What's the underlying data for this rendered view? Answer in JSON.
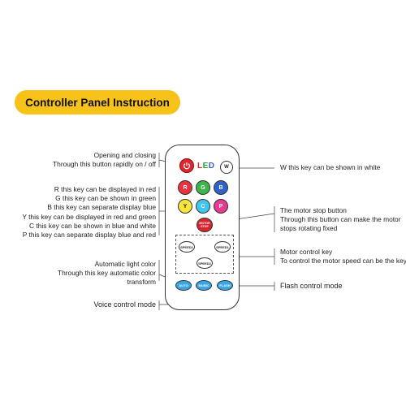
{
  "title": "Controller Panel Instruction",
  "led": {
    "L": "L",
    "E": "E",
    "D": "D"
  },
  "colors": {
    "pill": "#f7c21a",
    "R": "#e8323c",
    "G": "#3db54a",
    "B": "#2f62c9",
    "Y": "#f5e43a",
    "C": "#3ec6ee",
    "P": "#e83a8f",
    "power": "#e2262f",
    "stop": "#d9262e",
    "blue_key": "#3aa6e6",
    "led_R": "#e2262f",
    "led_E": "#2f9c3a",
    "led_D": "#2f62c9"
  },
  "keys": {
    "W": "W",
    "R": "R",
    "G": "G",
    "B": "B",
    "Y": "Y",
    "C": "C",
    "P": "P",
    "stop_line1": "MOTOR",
    "stop_line2": "STOP",
    "speed_left": "SPEED1",
    "speed_right": "SPEED1",
    "speed_bottom": "SPEED2",
    "auto": "AUTO",
    "music": "MUSIC",
    "flash": "FLASH"
  },
  "notes": {
    "power": [
      "Opening and closing",
      "Through this button rapidly on / off"
    ],
    "colors": [
      "R this key can be displayed in red",
      "G this key can be shown in green",
      "B this key can separate display blue",
      "Y this key can be displayed in red and green",
      "C this key can be shown in blue and white",
      "P this key can separate display blue and red"
    ],
    "auto": [
      "Automatic light color",
      "Through this key automatic color",
      "transform"
    ],
    "voice": "Voice control mode",
    "white": "W this key can be shown in white",
    "motor_stop": [
      "The motor stop button",
      "Through this button can make the motor",
      "stops rotating fixed"
    ],
    "motor_control": [
      "Motor control key",
      "To control the motor speed can be the key"
    ],
    "flash": "Flash control mode"
  }
}
